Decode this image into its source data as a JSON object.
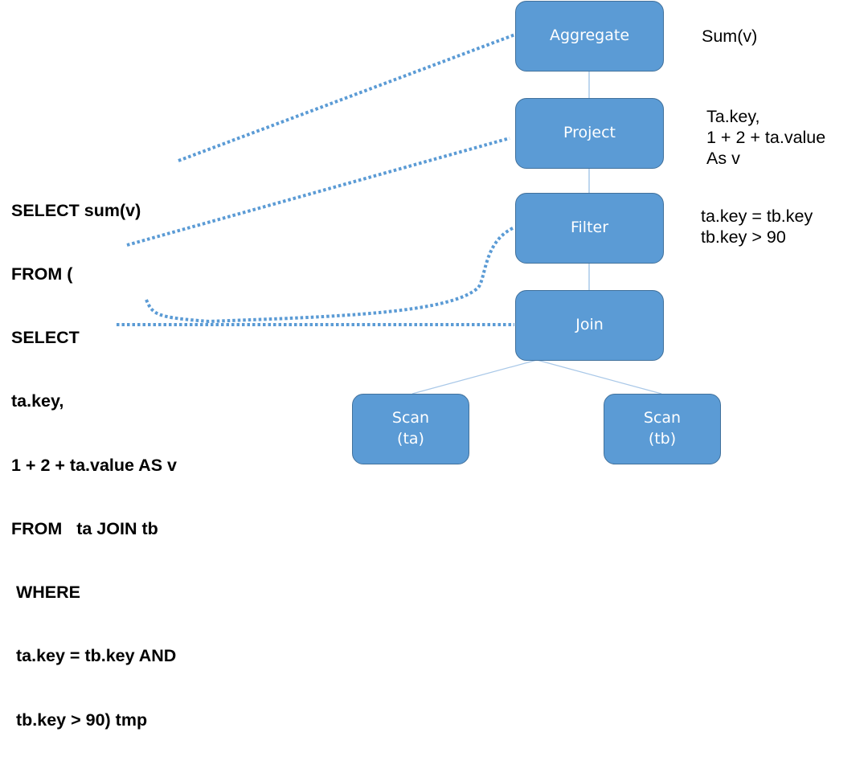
{
  "colors": {
    "node_fill": "#5b9bd5",
    "node_border": "#41719c",
    "edge": "#a9c8e8",
    "dotted_link": "#5b9bd5"
  },
  "sql_query": {
    "lines": [
      "SELECT sum(v)",
      "FROM (",
      "SELECT",
      "ta.key,",
      "1 + 2 + ta.value AS v",
      "FROM   ta JOIN tb",
      " WHERE",
      " ta.key = tb.key AND",
      " tb.key > 90) tmp"
    ]
  },
  "plan_nodes": {
    "aggregate": {
      "label": "Aggregate",
      "annotation": "Sum(v)"
    },
    "project": {
      "label": "Project",
      "annotation": "Ta.key,\n1 + 2 + ta.value\nAs v"
    },
    "filter": {
      "label": "Filter",
      "annotation": "ta.key = tb.key\ntb.key > 90"
    },
    "join": {
      "label": "Join",
      "annotation": ""
    },
    "scan_ta": {
      "label": "Scan\n(ta)"
    },
    "scan_tb": {
      "label": "Scan\n(tb)"
    }
  },
  "edges": [
    {
      "from": "aggregate",
      "to": "project"
    },
    {
      "from": "project",
      "to": "filter"
    },
    {
      "from": "filter",
      "to": "join"
    },
    {
      "from": "join",
      "to": "scan_ta"
    },
    {
      "from": "join",
      "to": "scan_tb"
    }
  ],
  "sql_links": [
    {
      "from_line": "SELECT sum(v)",
      "to": "aggregate"
    },
    {
      "from_line": "ta.key,",
      "to": "project"
    },
    {
      "from_line": "FROM   ta JOIN tb",
      "to": "filter"
    },
    {
      "from_line": " WHERE",
      "to": "join"
    }
  ]
}
